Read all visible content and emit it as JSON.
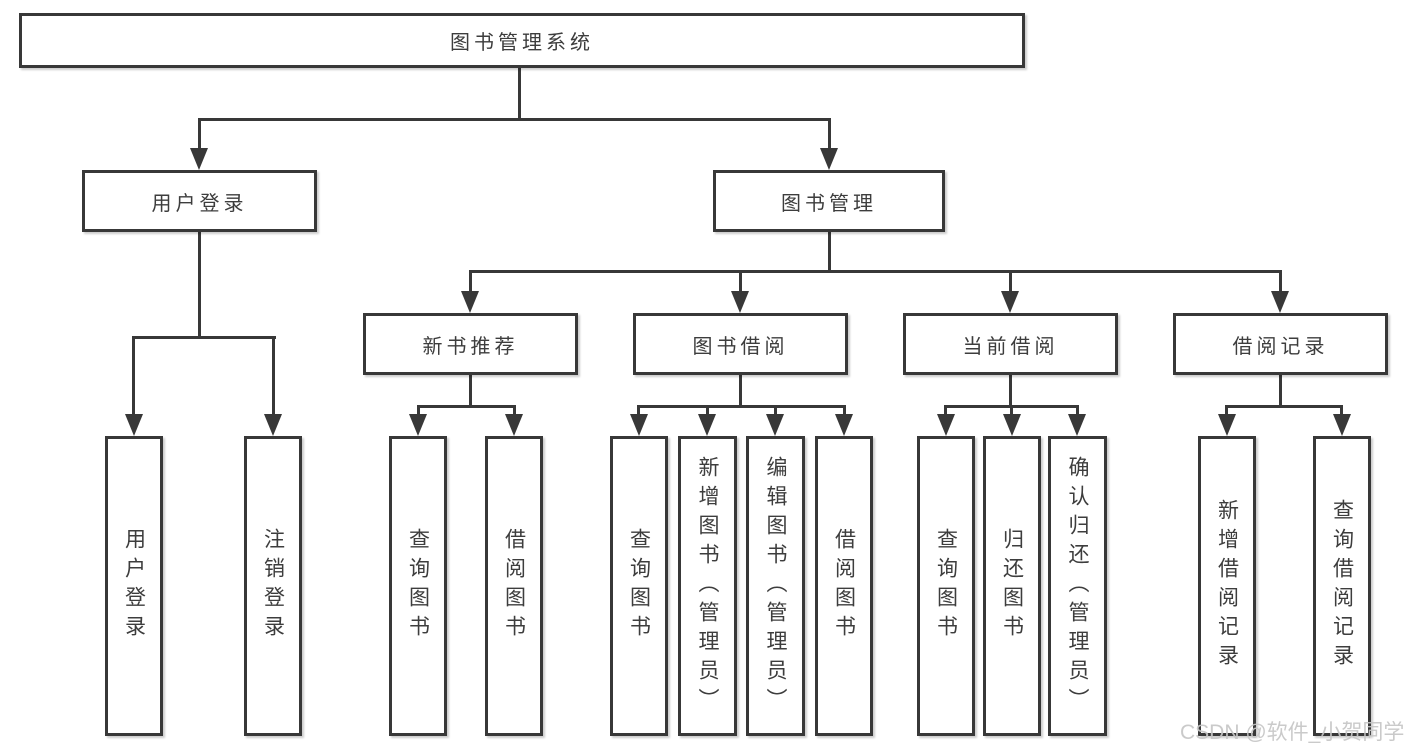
{
  "diagram": {
    "root": "图书管理系统",
    "branches": [
      {
        "label": "用户登录",
        "children": [
          "用户登录",
          "注销登录"
        ]
      },
      {
        "label": "图书管理",
        "children": [
          {
            "label": "新书推荐",
            "children": [
              "查询图书",
              "借阅图书"
            ]
          },
          {
            "label": "图书借阅",
            "children": [
              "查询图书",
              "新增图书（管理员）",
              "编辑图书（管理员）",
              "借阅图书"
            ]
          },
          {
            "label": "当前借阅",
            "children": [
              "查询图书",
              "归还图书",
              "确认归还（管理员）"
            ]
          },
          {
            "label": "借阅记录",
            "children": [
              "新增借阅记录",
              "查询借阅记录"
            ]
          }
        ]
      }
    ]
  },
  "watermark": "CSDN @软件_小贺同学",
  "colors": {
    "line": "#383838",
    "text": "#3d3d3d",
    "watermark": "#c6c6c6",
    "background": "#ffffff"
  }
}
